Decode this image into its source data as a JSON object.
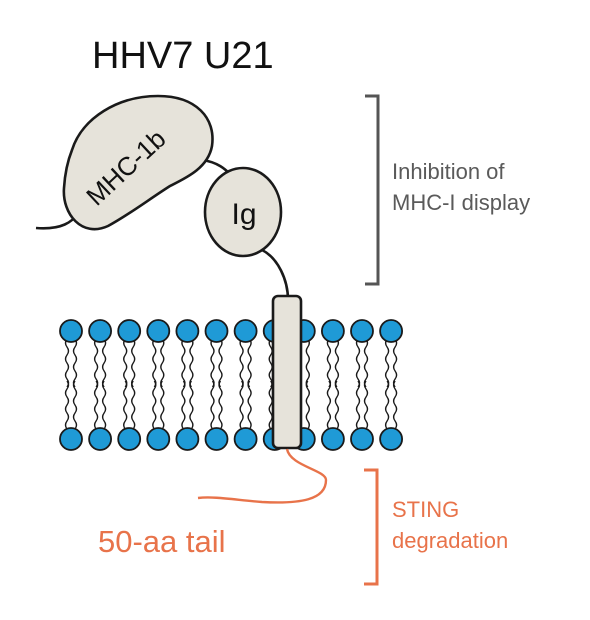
{
  "title": "HHV7 U21",
  "domains": {
    "mhc": "MHC-1b",
    "ig": "Ig"
  },
  "annotations": {
    "upper_line1": "Inhibition of",
    "upper_line2": "MHC-I display",
    "lower_line1": "STING",
    "lower_line2": "degradation"
  },
  "tail_label": "50-aa tail",
  "colors": {
    "domain_fill": "#e6e3da",
    "outline": "#1a1a1a",
    "lipid_head": "#1f9ad6",
    "bracket_gray": "#555555",
    "text_gray": "#5a5a5a",
    "accent_orange": "#e8734a"
  }
}
